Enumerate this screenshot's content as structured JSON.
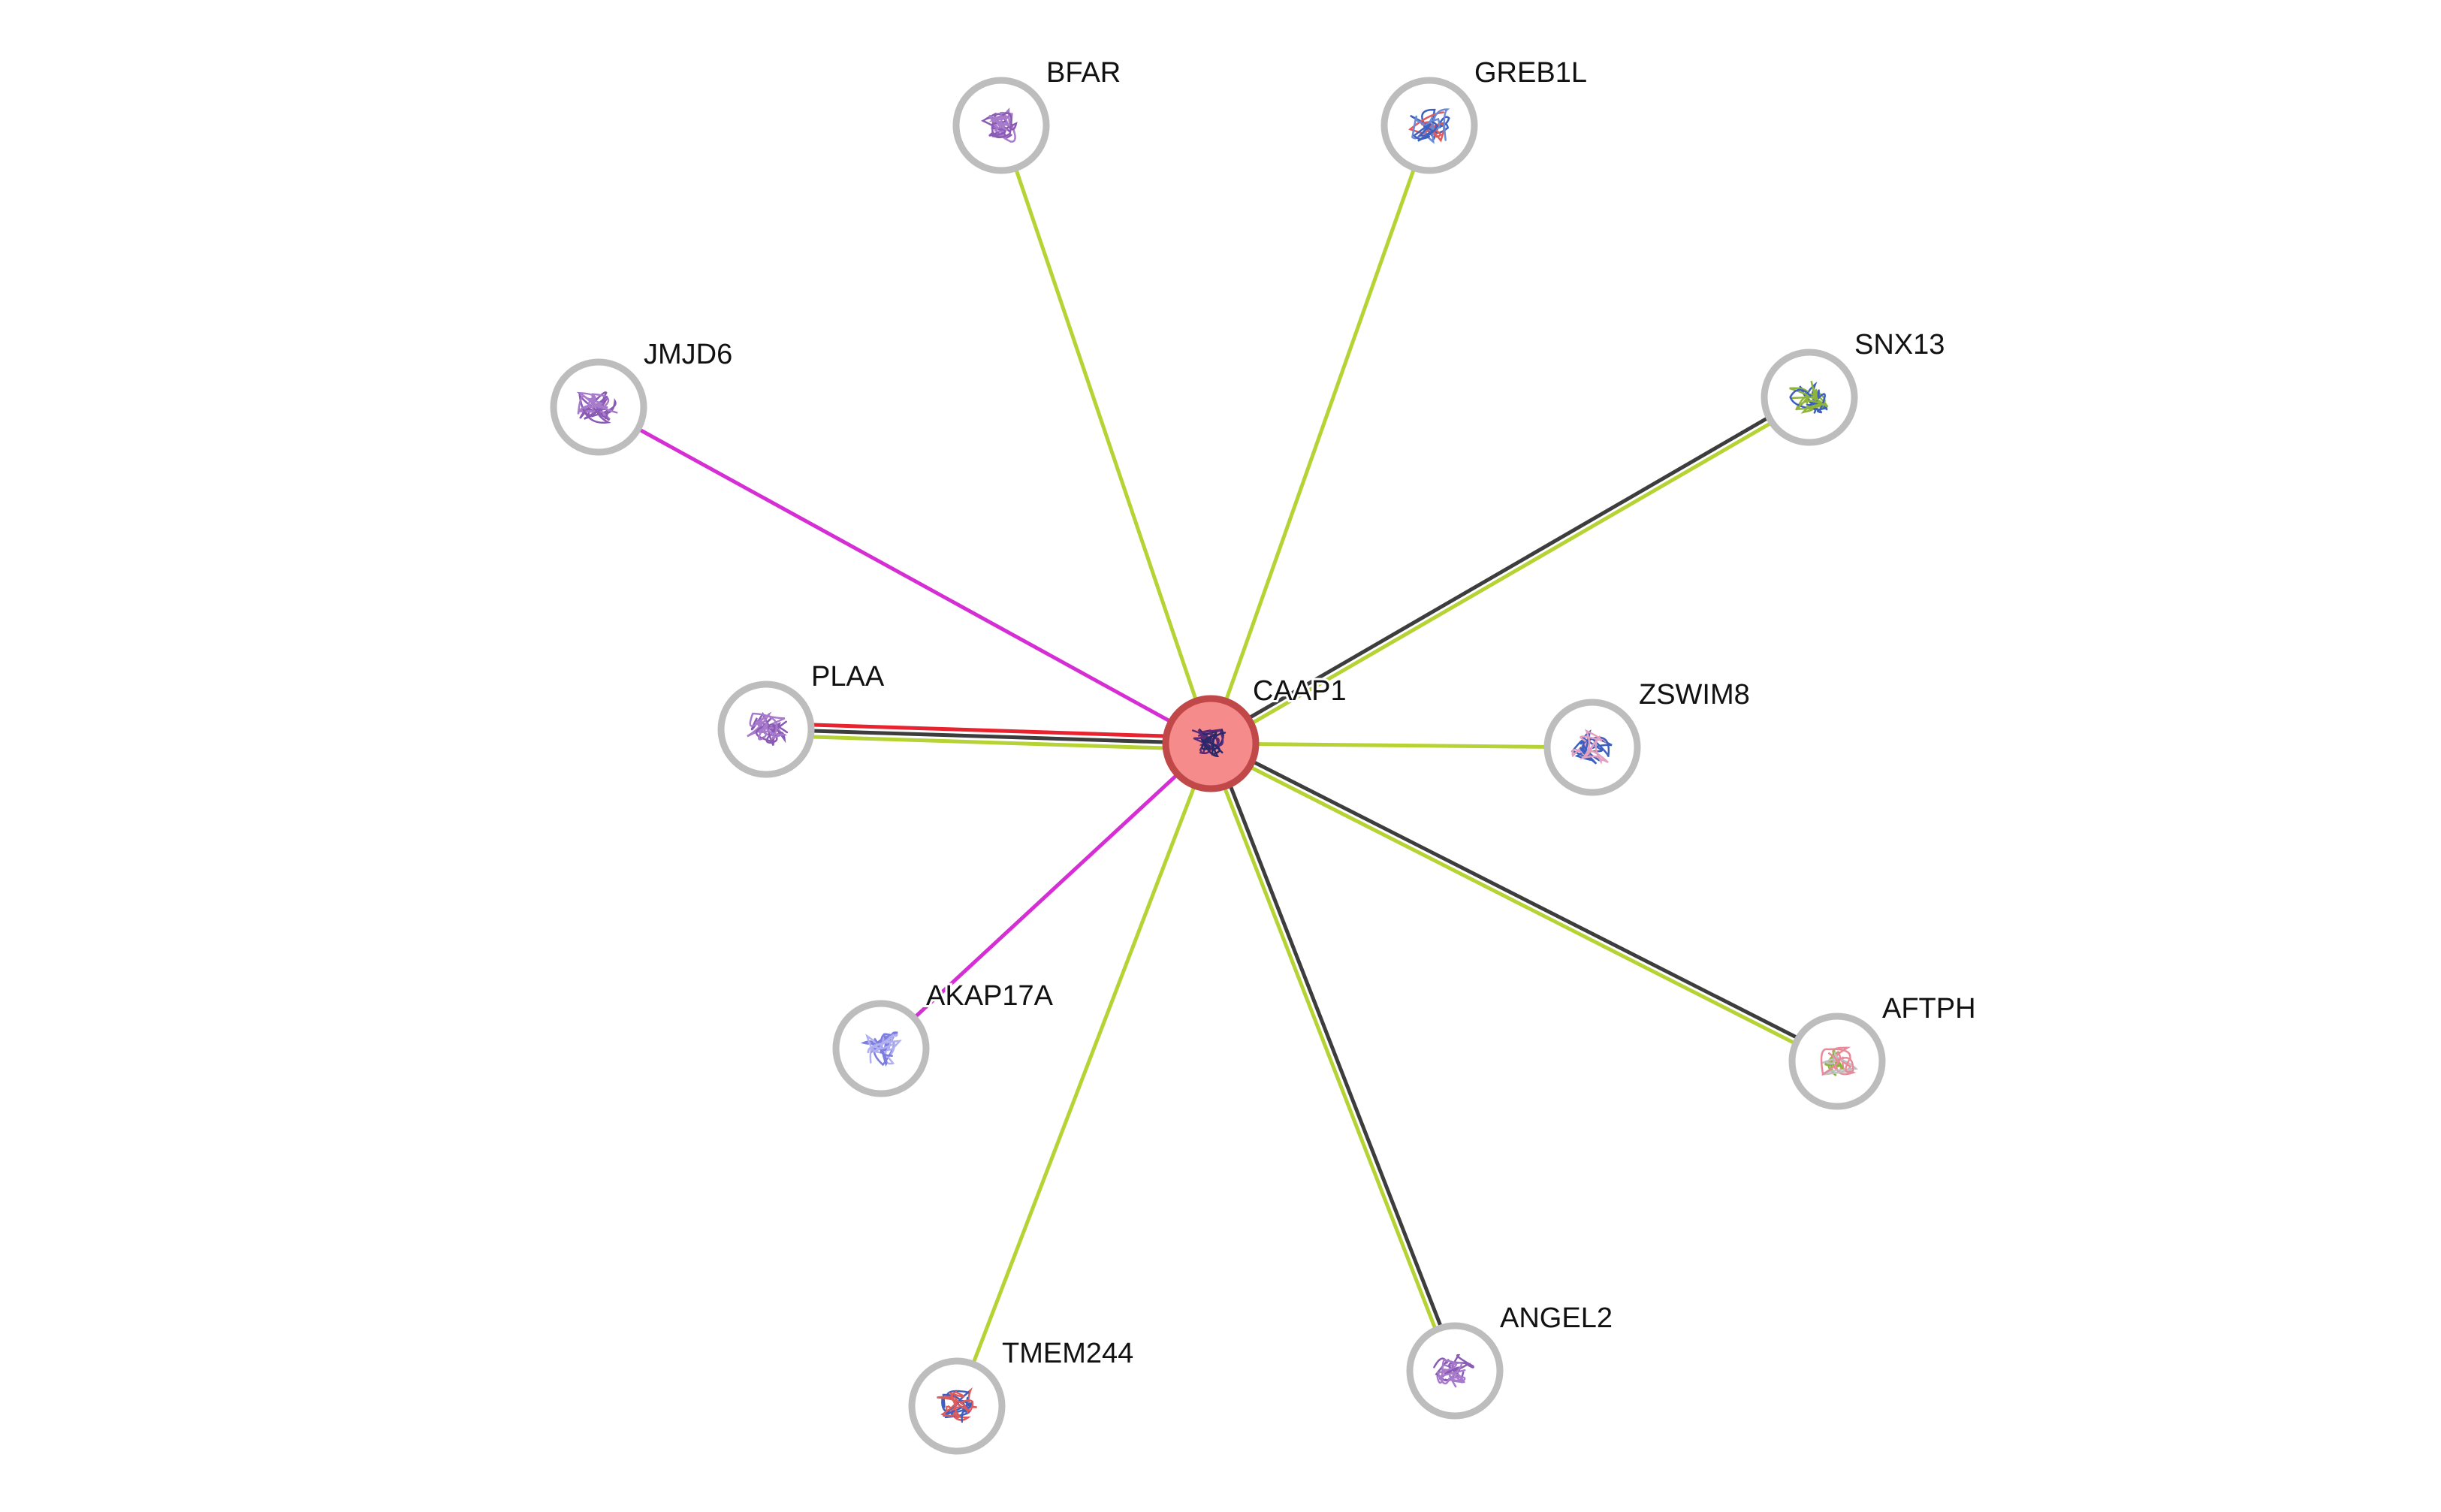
{
  "network": {
    "center": {
      "label": "CAAP1",
      "color": "#f58b8b",
      "border_color": "#c04848"
    },
    "nodes": [
      {
        "id": "BFAR",
        "label": "BFAR"
      },
      {
        "id": "GREB1L",
        "label": "GREB1L"
      },
      {
        "id": "JMJD6",
        "label": "JMJD6"
      },
      {
        "id": "SNX13",
        "label": "SNX13"
      },
      {
        "id": "PLAA",
        "label": "PLAA"
      },
      {
        "id": "ZSWIM8",
        "label": "ZSWIM8"
      },
      {
        "id": "AKAP17A",
        "label": "AKAP17A"
      },
      {
        "id": "AFTPH",
        "label": "AFTPH"
      },
      {
        "id": "TMEM244",
        "label": "TMEM244"
      },
      {
        "id": "ANGEL2",
        "label": "ANGEL2"
      }
    ],
    "edges": [
      {
        "from": "CAAP1",
        "to": "BFAR",
        "colors": [
          "#b5d334"
        ]
      },
      {
        "from": "CAAP1",
        "to": "GREB1L",
        "colors": [
          "#b5d334"
        ]
      },
      {
        "from": "CAAP1",
        "to": "JMJD6",
        "colors": [
          "#d42ed4"
        ]
      },
      {
        "from": "CAAP1",
        "to": "SNX13",
        "colors": [
          "#3d3d3d",
          "#b5d334"
        ]
      },
      {
        "from": "CAAP1",
        "to": "PLAA",
        "colors": [
          "#b5d334",
          "#3d3d3d",
          "#e8232f"
        ]
      },
      {
        "from": "CAAP1",
        "to": "ZSWIM8",
        "colors": [
          "#b5d334"
        ]
      },
      {
        "from": "CAAP1",
        "to": "AKAP17A",
        "colors": [
          "#d42ed4"
        ]
      },
      {
        "from": "CAAP1",
        "to": "AFTPH",
        "colors": [
          "#3d3d3d",
          "#b5d334"
        ]
      },
      {
        "from": "CAAP1",
        "to": "TMEM244",
        "colors": [
          "#b5d334"
        ]
      },
      {
        "from": "CAAP1",
        "to": "ANGEL2",
        "colors": [
          "#3d3d3d",
          "#b5d334"
        ]
      }
    ]
  }
}
